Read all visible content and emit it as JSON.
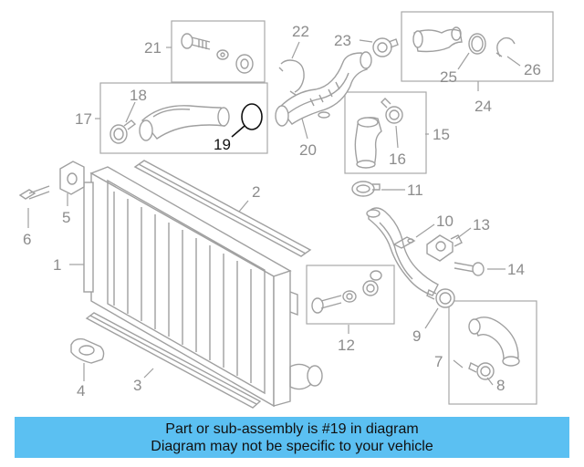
{
  "diagram": {
    "highlighted_part": "19",
    "callouts": [
      "1",
      "2",
      "3",
      "4",
      "5",
      "6",
      "7",
      "8",
      "9",
      "10",
      "11",
      "12",
      "13",
      "14",
      "15",
      "16",
      "17",
      "18",
      "19",
      "20",
      "21",
      "22",
      "23",
      "24",
      "25",
      "26"
    ]
  },
  "banner": {
    "line1": "Part or sub-assembly is #19 in diagram",
    "line2": "Diagram may not be specific to your vehicle",
    "background": "#5bc0f2"
  }
}
